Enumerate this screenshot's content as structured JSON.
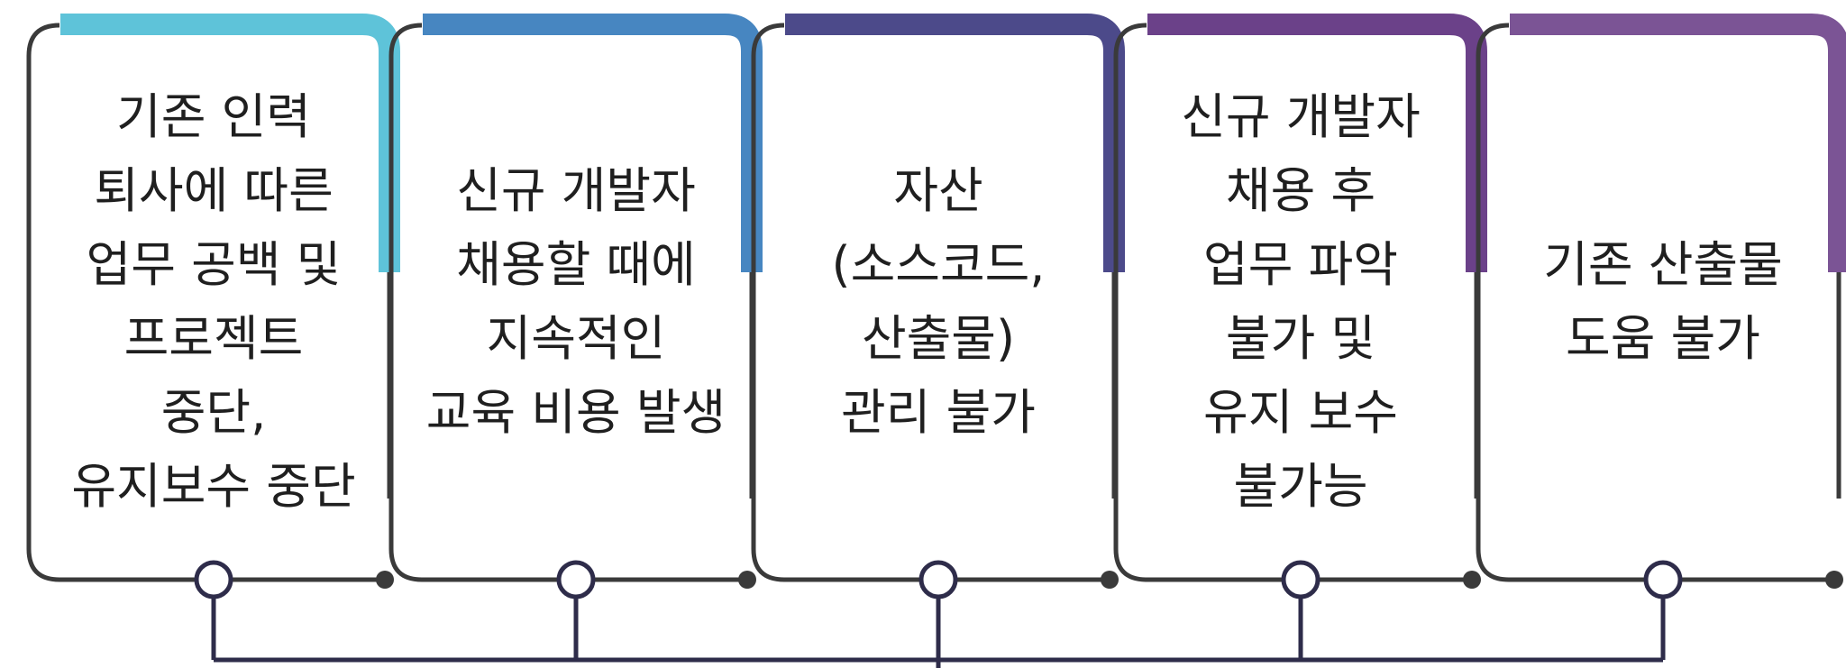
{
  "cards": [
    {
      "lines": [
        "기존 인력",
        "퇴사에 따른",
        "업무 공백 및",
        "프로젝트",
        "중단,",
        "유지보수 중단"
      ],
      "accent": "#5ec3d9"
    },
    {
      "lines": [
        "신규 개발자",
        "채용할 때에",
        "지속적인",
        "교육 비용 발생"
      ],
      "accent": "#4786c1"
    },
    {
      "lines": [
        "자산",
        "(소스코드,",
        "산출물)",
        "관리 불가"
      ],
      "accent": "#4c4a8a"
    },
    {
      "lines": [
        "신규 개발자",
        "채용 후",
        "업무 파악",
        "불가 및",
        "유지 보수",
        "불가능"
      ],
      "accent": "#6b4189"
    },
    {
      "lines": [
        "기존 산출물",
        "도움 불가"
      ],
      "accent": "#7b5495"
    }
  ],
  "colors": {
    "outline": "#3a3a3a",
    "connector": "#2e2c4a",
    "text": "#1f1f1f"
  }
}
